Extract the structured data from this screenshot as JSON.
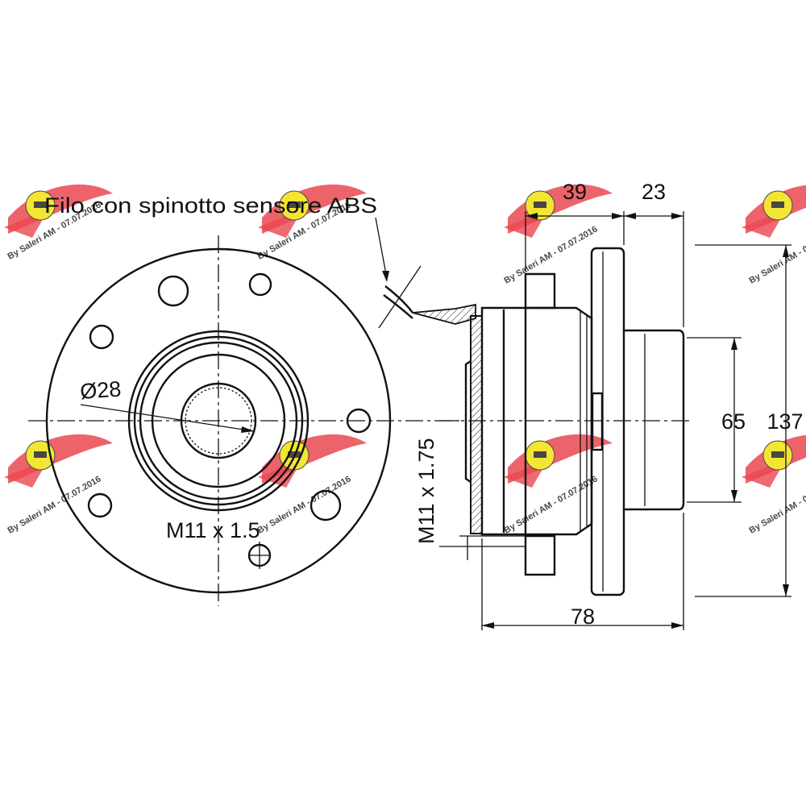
{
  "annotations": {
    "abs_label": "Filo con spinotto sensore ABS",
    "bore_diameter": "Ø28",
    "stud_thread_front": "M11 x 1.5",
    "stud_thread_side": "M11 x 1.75"
  },
  "dimensions": {
    "dim_39": "39",
    "dim_23": "23",
    "dim_65": "65",
    "dim_137": "137",
    "dim_78": "78"
  },
  "watermark": {
    "text": "By Saleri AM - 07.07.2016",
    "brand_color": "#e8323c",
    "badge_color": "#f2e21c"
  }
}
